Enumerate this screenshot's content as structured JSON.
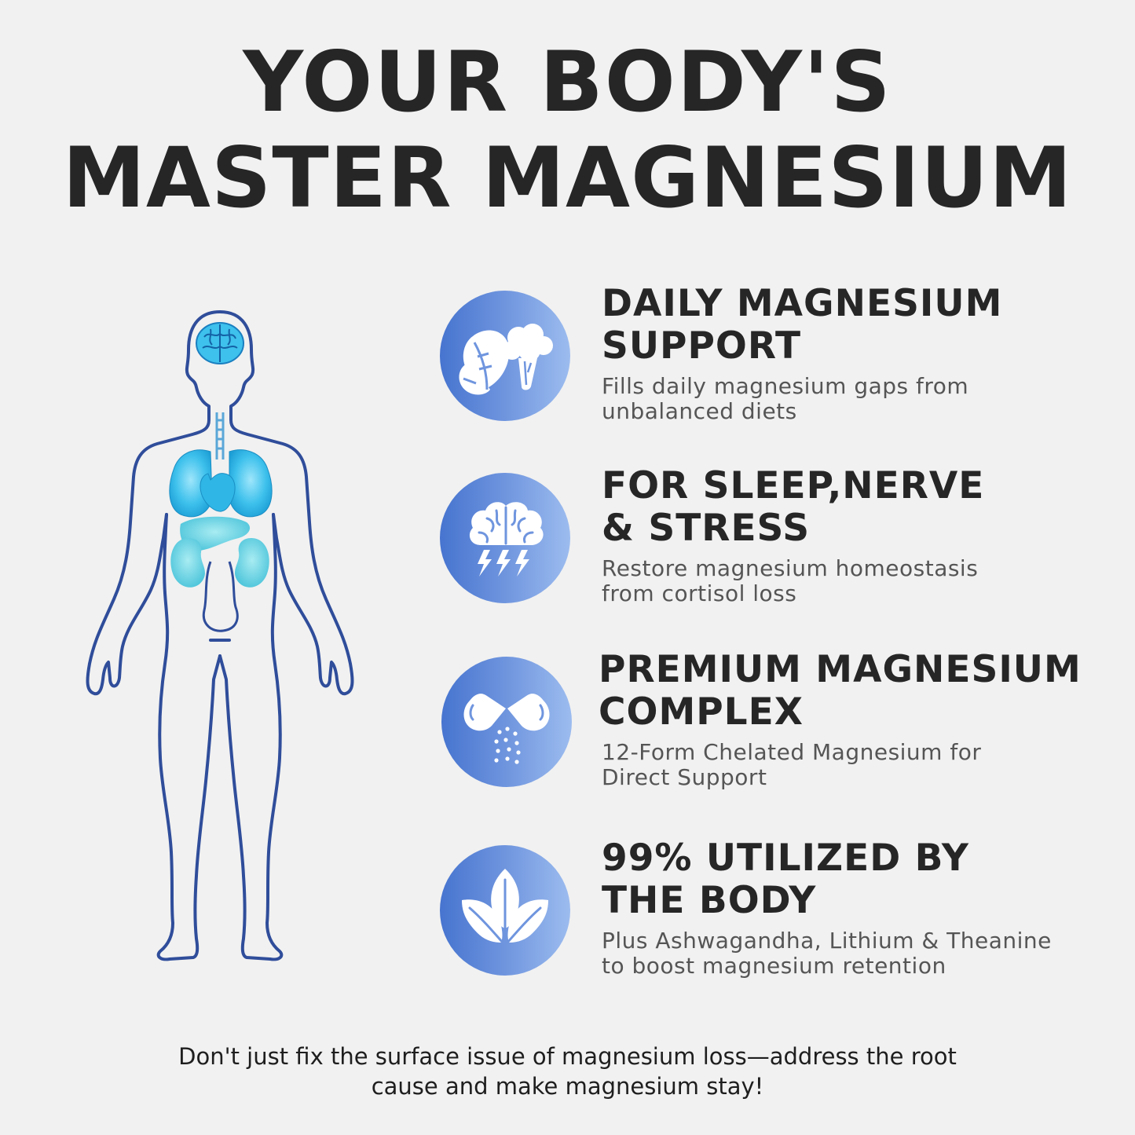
{
  "headline": {
    "line1": "YOUR BODY'S",
    "line2": "MASTER MAGNESIUM"
  },
  "colors": {
    "background": "#f1f1f1",
    "text": "#262626",
    "body_outline": "#2f4d9a",
    "organ_fill": "#3ec1ec",
    "circle_gradient_start": "#4674cf",
    "circle_gradient_end": "#9cbcef",
    "icon_fill": "#ffffff"
  },
  "illustration": {
    "icon": "human-body-organs-icon"
  },
  "features": [
    {
      "icon": "vegetables-icon",
      "title_line1": "DAILY MAGNESIUM",
      "title_line2": "SUPPORT",
      "desc_line1": "Fills daily magnesium gaps from",
      "desc_line2": "unbalanced diets"
    },
    {
      "icon": "brain-lightning-icon",
      "title_line1": "FOR SLEEP,NERVE",
      "title_line2": "& STRESS",
      "desc_line1": "Restore magnesium homeostasis",
      "desc_line2": "from cortisol loss"
    },
    {
      "icon": "capsule-icon",
      "title_line1": "PREMIUM MAGNESIUM",
      "title_line2": "COMPLEX",
      "desc_line1": "12-Form Chelated Magnesium for",
      "desc_line2": "Direct Support"
    },
    {
      "icon": "leaves-icon",
      "title_line1": "99% UTILIZED BY",
      "title_line2": "THE BODY",
      "desc_line1": "Plus Ashwagandha, Lithium & Theanine",
      "desc_line2": "to boost magnesium retention"
    }
  ],
  "footer": {
    "line1": "Don't just fix the surface issue of magnesium loss—address the root",
    "line2": "cause and make magnesium stay!"
  }
}
